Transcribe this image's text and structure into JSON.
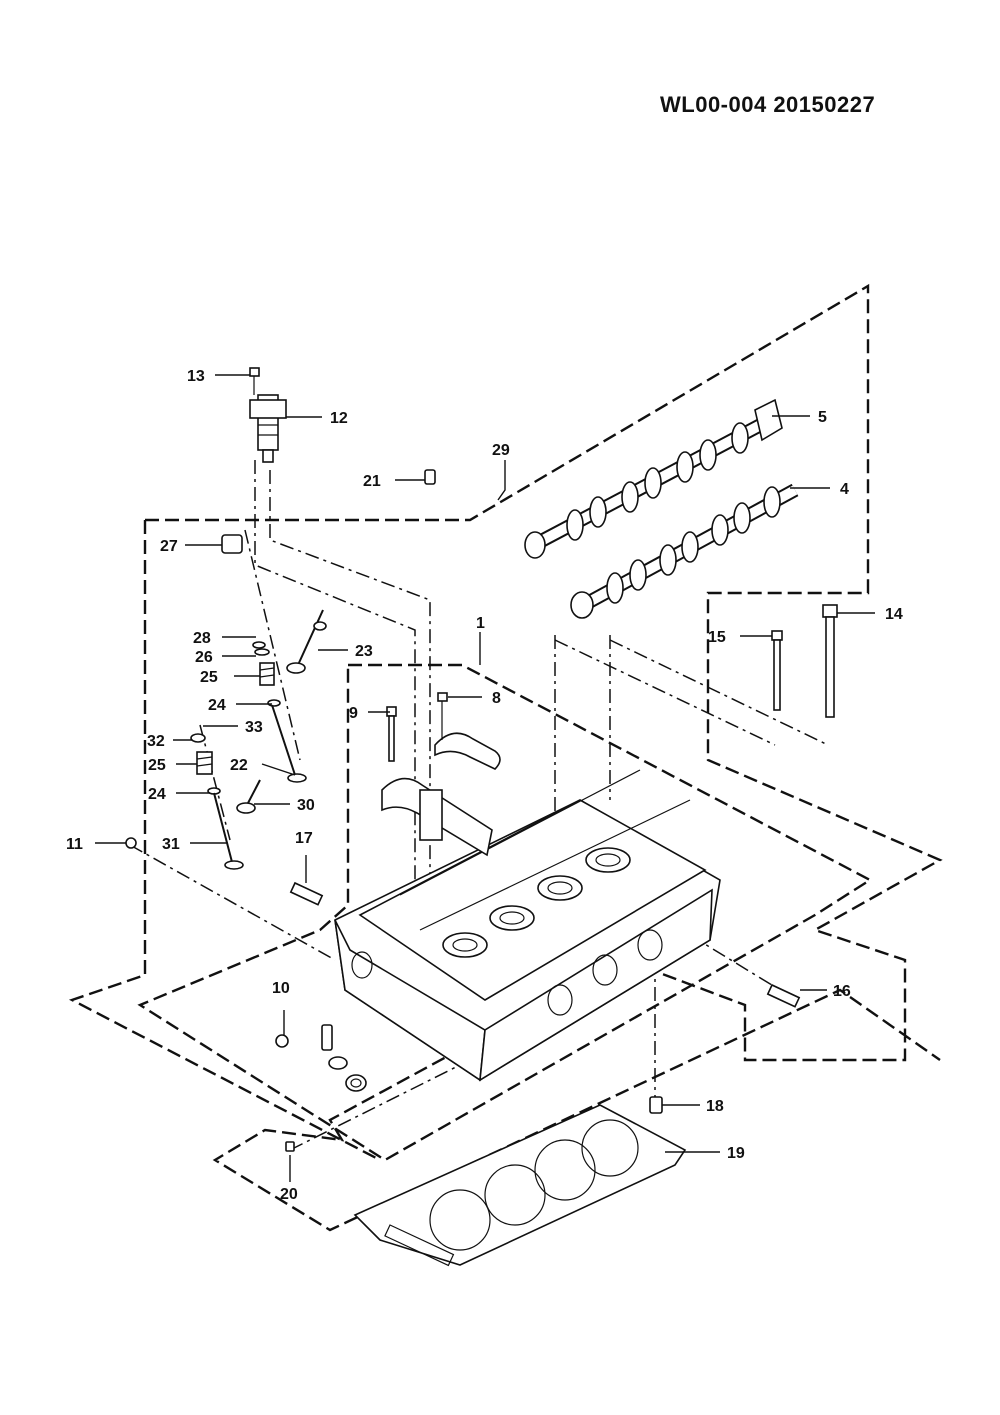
{
  "document_id": "WL00-004  20150227",
  "callouts": [
    {
      "label": "1"
    },
    {
      "label": "4"
    },
    {
      "label": "5"
    },
    {
      "label": "8"
    },
    {
      "label": "9"
    },
    {
      "label": "10"
    },
    {
      "label": "11"
    },
    {
      "label": "12"
    },
    {
      "label": "13"
    },
    {
      "label": "14"
    },
    {
      "label": "15"
    },
    {
      "label": "16"
    },
    {
      "label": "17"
    },
    {
      "label": "18"
    },
    {
      "label": "19"
    },
    {
      "label": "20"
    },
    {
      "label": "21"
    },
    {
      "label": "22"
    },
    {
      "label": "23"
    },
    {
      "label": "24"
    },
    {
      "label": "24"
    },
    {
      "label": "25"
    },
    {
      "label": "25"
    },
    {
      "label": "26"
    },
    {
      "label": "27"
    },
    {
      "label": "28"
    },
    {
      "label": "29"
    },
    {
      "label": "30"
    },
    {
      "label": "31"
    },
    {
      "label": "32"
    },
    {
      "label": "33"
    }
  ]
}
